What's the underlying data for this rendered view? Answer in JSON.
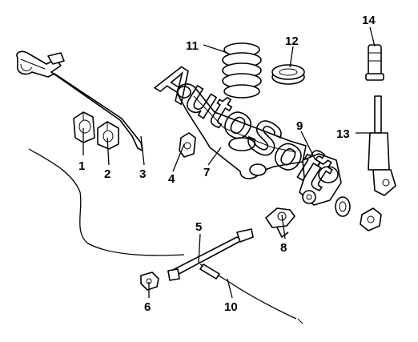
{
  "watermark": "AutoSoft",
  "callouts": [
    "1",
    "2",
    "3",
    "4",
    "5",
    "6",
    "7",
    "8",
    "9",
    "10",
    "11",
    "12",
    "13",
    "14"
  ]
}
